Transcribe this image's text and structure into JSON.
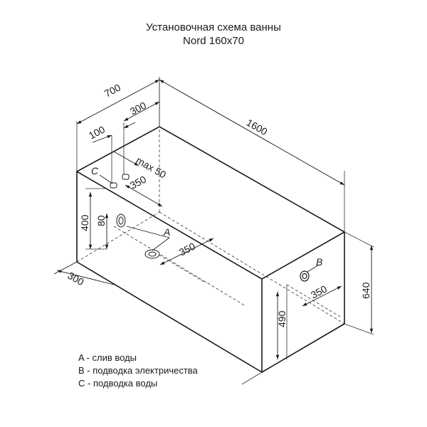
{
  "title": {
    "line1": "Установочная схема ванны",
    "line2": "Nord 160x70"
  },
  "dimensions": {
    "length": "1600",
    "width": "700",
    "width_offset_300": "300",
    "offset_100": "100",
    "max_50": "max 50",
    "height_400": "400",
    "height_80": "80",
    "drain_350": "350",
    "top_350": "350",
    "end_350": "350",
    "depth_300": "300",
    "height_490": "490",
    "height_640": "640"
  },
  "markers": {
    "a": "A",
    "b": "B",
    "c": "C"
  },
  "legend": [
    "A - слив воды",
    "B - подводка электричества",
    "C - подводка воды"
  ]
}
